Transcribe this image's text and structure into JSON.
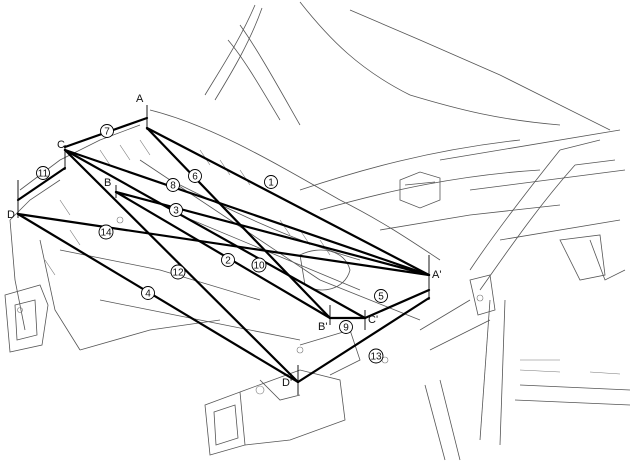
{
  "points": {
    "A": "A",
    "A_prime": "A'",
    "B": "B",
    "B_prime": "B'",
    "C": "C",
    "C_prime": "C'",
    "D": "D",
    "D_prime": "D'"
  },
  "callouts": [
    "1",
    "2",
    "3",
    "4",
    "5",
    "6",
    "7",
    "8",
    "9",
    "10",
    "11",
    "12",
    "13",
    "14"
  ]
}
